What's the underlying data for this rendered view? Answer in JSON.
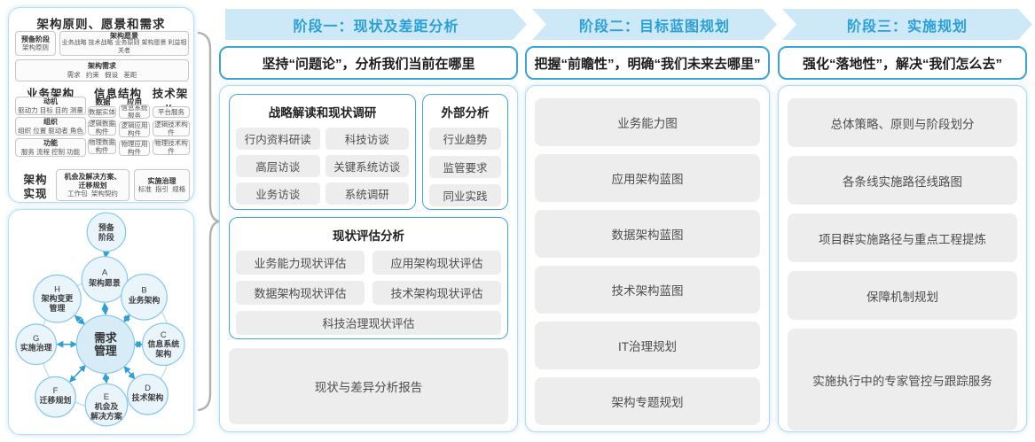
{
  "left_panel": {
    "title": "架构原则、愿景和需求",
    "prep_stage": {
      "line1": "预备阶段",
      "line2": "架构原则"
    },
    "vision": {
      "title": "架构愿景",
      "items": "业务战略 技术战略 业务原则 架构愿景 利益相关者"
    },
    "requirements": {
      "title": "架构需求",
      "items": "需求   约束   假设   差距"
    },
    "business_arch": {
      "title": "业务架构",
      "motivation": {
        "h": "动机",
        "t": "驱动力 目标 目的 测量"
      },
      "organization": {
        "h": "组织",
        "t": "组织 位置 驱动者 角色"
      },
      "function": {
        "h": "功能",
        "t": "服务 流程 控制 功能"
      }
    },
    "info_struct": {
      "title": "信息结构",
      "data": {
        "h": "数据",
        "items": [
          "数据实体",
          "逻辑数据构件",
          "物理数据构件"
        ]
      },
      "app": {
        "h": "应用",
        "items": [
          "信息系统服务",
          "逻辑应用构件",
          "物理应用构件"
        ]
      }
    },
    "tech_arch": {
      "title": "技术架构",
      "items": [
        "平台服务",
        "逻辑技术构件",
        "物理技术构件"
      ]
    },
    "realization": {
      "label_line1": "架构",
      "label_line2": "实现",
      "opportunity": {
        "l1": "机会及解决方案、",
        "l2": "迁移规划",
        "l3": "工作包  架构契约"
      },
      "governance": {
        "h": "实施治理",
        "t": "标准  指引  规格"
      }
    }
  },
  "adm": {
    "prep": {
      "l1": "预备",
      "l2": "阶段"
    },
    "center": {
      "l1": "需求",
      "l2": "管理"
    },
    "a": {
      "letter": "A",
      "l1": "架构愿景"
    },
    "b": {
      "letter": "B",
      "l1": "业务架构"
    },
    "c": {
      "letter": "C",
      "l1": "信息系统",
      "l2": "架构"
    },
    "d": {
      "letter": "D",
      "l1": "技术架构"
    },
    "e": {
      "letter": "E",
      "l1": "机会及",
      "l2": "解决方案"
    },
    "f": {
      "letter": "F",
      "l1": "迁移规划"
    },
    "g": {
      "letter": "G",
      "l1": "实施治理"
    },
    "h": {
      "letter": "H",
      "l1": "架构变更",
      "l2": "管理"
    }
  },
  "phases": [
    {
      "header": "阶段一：现状及差距分析",
      "subtitle": "坚持“问题论”，分析我们当前在哪里",
      "group1": {
        "title": "战略解读和现状调研",
        "items": [
          "行内资料研读",
          "科技访谈",
          "高层访谈",
          "关键系统访谈",
          "业务访谈",
          "系统调研"
        ]
      },
      "group2": {
        "title": "外部分析",
        "items": [
          "行业趋势",
          "监管要求",
          "同业实践"
        ]
      },
      "group3": {
        "title": "现状评估分析",
        "items": [
          "业务能力现状评估",
          "应用架构现状评估",
          "数据架构现状评估",
          "技术架构现状评估",
          "科技治理现状评估"
        ]
      },
      "report": "现状与差异分析报告"
    },
    {
      "header": "阶段二：目标蓝图规划",
      "subtitle": "把握“前瞻性”，明确“我们未来去哪里”",
      "items": [
        "业务能力图",
        "应用架构蓝图",
        "数据架构蓝图",
        "技术架构蓝图",
        "IT治理规划",
        "架构专题规划"
      ]
    },
    {
      "header": "阶段三：实施规划",
      "subtitle": "强化“落地性”，解决“我们怎么去”",
      "items": [
        "总体策略、原则与阶段划分",
        "各条线实施路径线路图",
        "项目群实施路径与重点工程提炼",
        "保障机制规划",
        "实施执行中的专家管控与跟踪服务"
      ]
    }
  ]
}
